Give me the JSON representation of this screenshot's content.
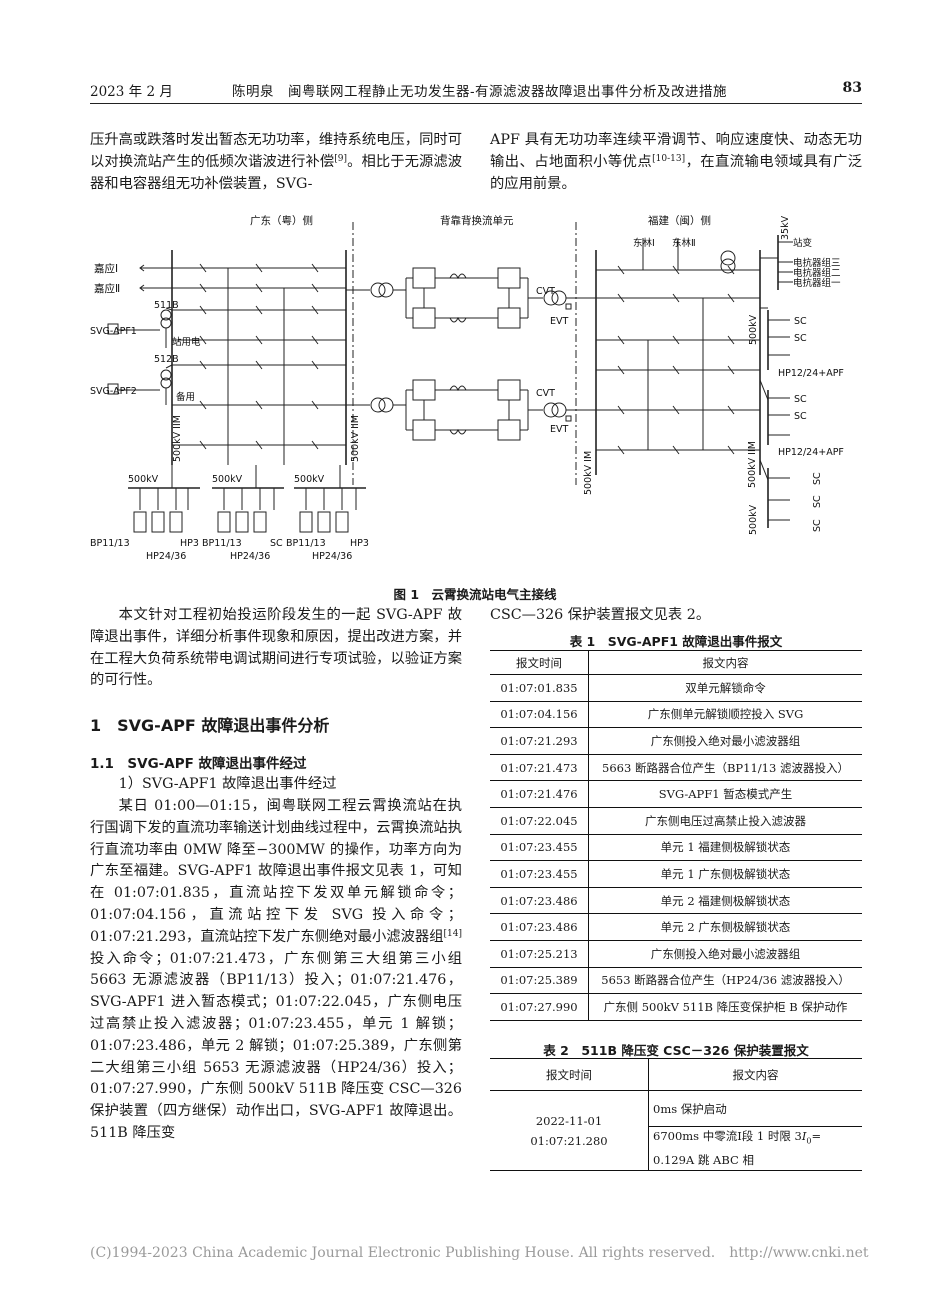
{
  "header": {
    "date": "2023 年 2 月",
    "authors_title": "陈明泉　闽粤联网工程静止无功发生器-有源滤波器故障退出事件分析及改进措施",
    "page": "83"
  },
  "body": {
    "left_intro_1": "压升高或跌落时发出暂态无功功率，维持系统电压，同时可以对换流站产生的低频次谐波进行补偿",
    "left_intro_1_ref": "[9]",
    "left_intro_1_end": "。",
    "left_intro_2": "相比于无源滤波器和电容器组无功补偿装置，SVG-",
    "right_intro_1": "APF 具有无功功率连续平滑调节、响应速度快、动态无功输出、占地面积小等优点",
    "right_intro_1_ref": "[10-13]",
    "right_intro_1_end": "，在直流输电领域具有广泛的应用前景。",
    "left_p1": "本文针对工程初始投运阶段发生的一起 SVG-APF 故障退出事件，详细分析事件现象和原因，提出改进方案，并在工程大负荷系统带电调试期间进行专项试验，以验证方案的可行性。",
    "sec1": "1　SVG-APF 故障退出事件分析",
    "sec11": "1.1　SVG-APF 故障退出事件经过",
    "item1": "1）SVG-APF1 故障退出事件经过",
    "left_p2a": "某日 01:00—01:15，闽粤联网工程云霄换流站在执行国调下发的直流功率输送计划曲线过程中，云霄换流站执行直流功率由 0MW 降至−300MW 的操作，功率方向为广东至福建。SVG-APF1 故障退出事件报文见表 1，可知在 01:07:01.835，直流站控下发双单元解锁命令；01:07:04.156，直流站控下发 SVG 投入命令；01:07:21.293，直流站控下发广东侧绝对最小滤波器组",
    "left_p2_ref": "[14]",
    "left_p2b": "投入命令；01:07:21.473，广东侧第三大组第三小组 5663 无源滤波器（BP11/13）投入；01:07:21.476，SVG-APF1 进入暂态模式；01:07:22.045，广东侧电压过高禁止投入滤波器；01:07:23.455，单元 1 解锁；01:07:23.486，单元 2 解锁；01:07:25.389，广东侧第二大组第三小组 5653 无源滤波器（HP24/36）投入；01:07:27.990，广东侧 500kV 511B 降压变 CSC—326 保护装置（四方继保）动作出口，SVG-APF1 故障退出。511B 降压变",
    "right_p1": "CSC—326 保护装置报文见表 2。"
  },
  "figure": {
    "caption": "图 1　云霄换流站电气主接线",
    "side_gd": "广东（粤）侧",
    "side_mid": "背靠背换流单元",
    "side_fj": "福建（闽）侧",
    "jiaying1": "嘉应Ⅰ",
    "jiaying2": "嘉应Ⅱ",
    "b511": "511B",
    "b512": "512B",
    "svg1": "SVG-APF1",
    "svg2": "SVG-APF2",
    "zhanyong": "站用电",
    "beiyong": "备用",
    "bus_gd1": "500kV IIM",
    "bus_gd2": "500kV IIM",
    "bus_fj1": "500kV IM",
    "bus_fj2": "500kV IIM",
    "kv500": "500kV",
    "kv35": "35kV",
    "zhanbian": "站变",
    "dongling1": "东林Ⅰ",
    "dongling2": "东林Ⅱ",
    "reactor3": "电抗器组三",
    "reactor2": "电抗器组二",
    "reactor1": "电抗器组一",
    "cvt": "CVT",
    "evt": "EVT",
    "sc": "SC",
    "hp_apf": "HP12/24+APF",
    "bp": "BP11/13",
    "hp3": "HP3",
    "hp2436": "HP24/36"
  },
  "table1": {
    "caption": "表 1　SVG-APF1 故障退出事件报文",
    "col_time": "报文时间",
    "col_content": "报文内容",
    "rows": [
      [
        "01:07:01.835",
        "双单元解锁命令"
      ],
      [
        "01:07:04.156",
        "广东侧单元解锁顺控投入 SVG"
      ],
      [
        "01:07:21.293",
        "广东侧投入绝对最小滤波器组"
      ],
      [
        "01:07:21.473",
        "5663 断路器合位产生（BP11/13 滤波器投入）"
      ],
      [
        "01:07:21.476",
        "SVG-APF1 暂态模式产生"
      ],
      [
        "01:07:22.045",
        "广东侧电压过高禁止投入滤波器"
      ],
      [
        "01:07:23.455",
        "单元 1 福建侧极解锁状态"
      ],
      [
        "01:07:23.455",
        "单元 1 广东侧极解锁状态"
      ],
      [
        "01:07:23.486",
        "单元 2 福建侧极解锁状态"
      ],
      [
        "01:07:23.486",
        "单元 2 广东侧极解锁状态"
      ],
      [
        "01:07:25.213",
        "广东侧投入绝对最小滤波器组"
      ],
      [
        "01:07:25.389",
        "5653 断路器合位产生（HP24/36 滤波器投入）"
      ],
      [
        "01:07:27.990",
        "广东侧 500kV 511B 降压变保护柜 B 保护动作"
      ]
    ]
  },
  "table2": {
    "caption": "表 2　511B 降压变 CSC－326 保护装置报文",
    "col_time": "报文时间",
    "col_content": "报文内容",
    "date": "2022-11-01",
    "time": "01:07:21.280",
    "row1": "0ms 保护启动",
    "row2a": "6700ms 中零流Ⅰ段 1 时限 3",
    "row2_i": "I",
    "row2_sub": "0",
    "row2b": "=",
    "row2c": "0.129A 跳 ABC 相"
  },
  "footer": {
    "copyright": "(C)1994-2023 China Academic Journal Electronic Publishing House. All rights reserved.　http://www.cnki.net"
  }
}
